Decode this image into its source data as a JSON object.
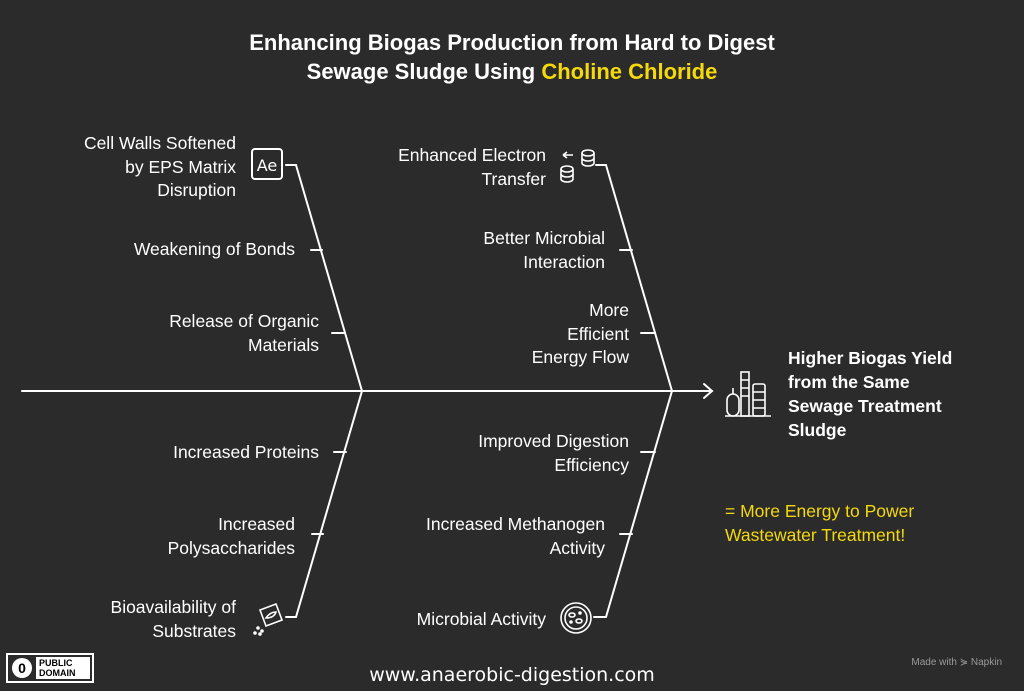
{
  "title": {
    "line1": "Enhancing Biogas Production from Hard to Digest",
    "line2_prefix": "Sewage Sludge Using ",
    "line2_highlight": "Choline Chloride"
  },
  "left_top": {
    "cell_walls": [
      "Cell Walls Softened",
      "by EPS Matrix",
      "Disruption"
    ],
    "weakening": "Weakening of Bonds",
    "release": [
      "Release of Organic",
      "Materials"
    ]
  },
  "right_top": {
    "electron": [
      "Enhanced Electron",
      "Transfer"
    ],
    "microbial_interaction": [
      "Better Microbial",
      "Interaction"
    ],
    "energy_flow": [
      "More",
      "Efficient",
      "Energy Flow"
    ]
  },
  "left_bottom": {
    "proteins": "Increased Proteins",
    "polysaccharides": [
      "Increased",
      "Polysaccharides"
    ],
    "bioavailability": [
      "Bioavailability of",
      "Substrates"
    ]
  },
  "right_bottom": {
    "digestion": [
      "Improved Digestion",
      "Efficiency"
    ],
    "methanogen": [
      "Increased Methanogen",
      "Activity"
    ],
    "microbial_activity": "Microbial Activity"
  },
  "result": [
    "Higher Biogas Yield",
    "from the Same",
    "Sewage Treatment",
    "Sludge"
  ],
  "energy_note": [
    "= More Energy to Power",
    "Wastewater Treatment!"
  ],
  "footer": {
    "url": "www.anaerobic-digestion.com",
    "made_with": "Made with ⋟ Napkin",
    "pd_symbol": "0",
    "pd_line1": "PUBLIC",
    "pd_line2": "DOMAIN"
  },
  "icons": {
    "ae": "Ae",
    "electron": "database-transfer-icon",
    "bioavailability": "nutrient-bag-icon",
    "microbial": "petri-dish-icon",
    "biogas": "biogas-plant-icon"
  },
  "colors": {
    "background": "#2b2b2b",
    "text": "#ffffff",
    "highlight": "#f5d90a"
  }
}
